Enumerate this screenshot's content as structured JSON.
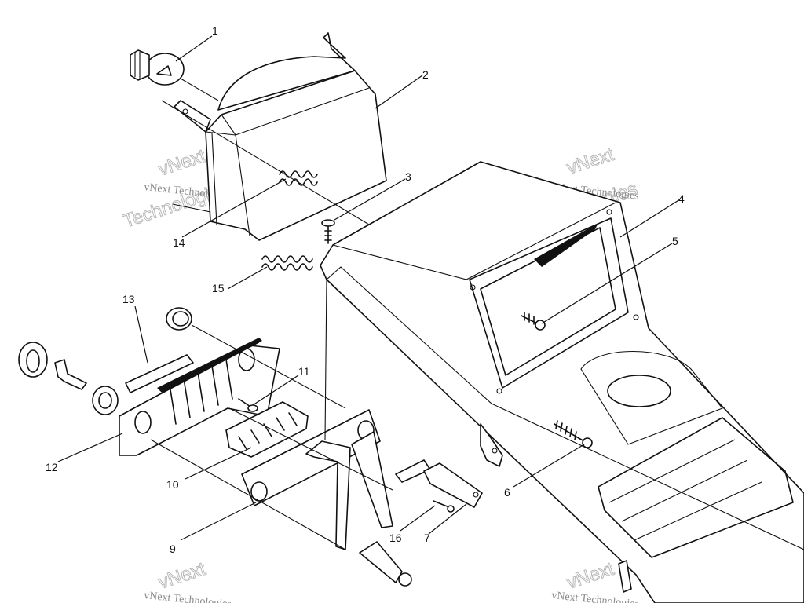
{
  "callouts": [
    {
      "id": "1",
      "label": "1"
    },
    {
      "id": "2",
      "label": "2"
    },
    {
      "id": "3",
      "label": "3"
    },
    {
      "id": "4",
      "label": "4"
    },
    {
      "id": "5",
      "label": "5"
    },
    {
      "id": "6",
      "label": "6"
    },
    {
      "id": "7",
      "label": "7"
    },
    {
      "id": "9",
      "label": "9"
    },
    {
      "id": "10",
      "label": "10"
    },
    {
      "id": "11",
      "label": "11"
    },
    {
      "id": "12",
      "label": "12"
    },
    {
      "id": "13",
      "label": "13"
    },
    {
      "id": "14",
      "label": "14"
    },
    {
      "id": "15",
      "label": "15"
    },
    {
      "id": "16",
      "label": "16"
    }
  ],
  "watermark": {
    "company": "vNext Technologies",
    "word1": "vNext",
    "word2": "Technologies"
  }
}
